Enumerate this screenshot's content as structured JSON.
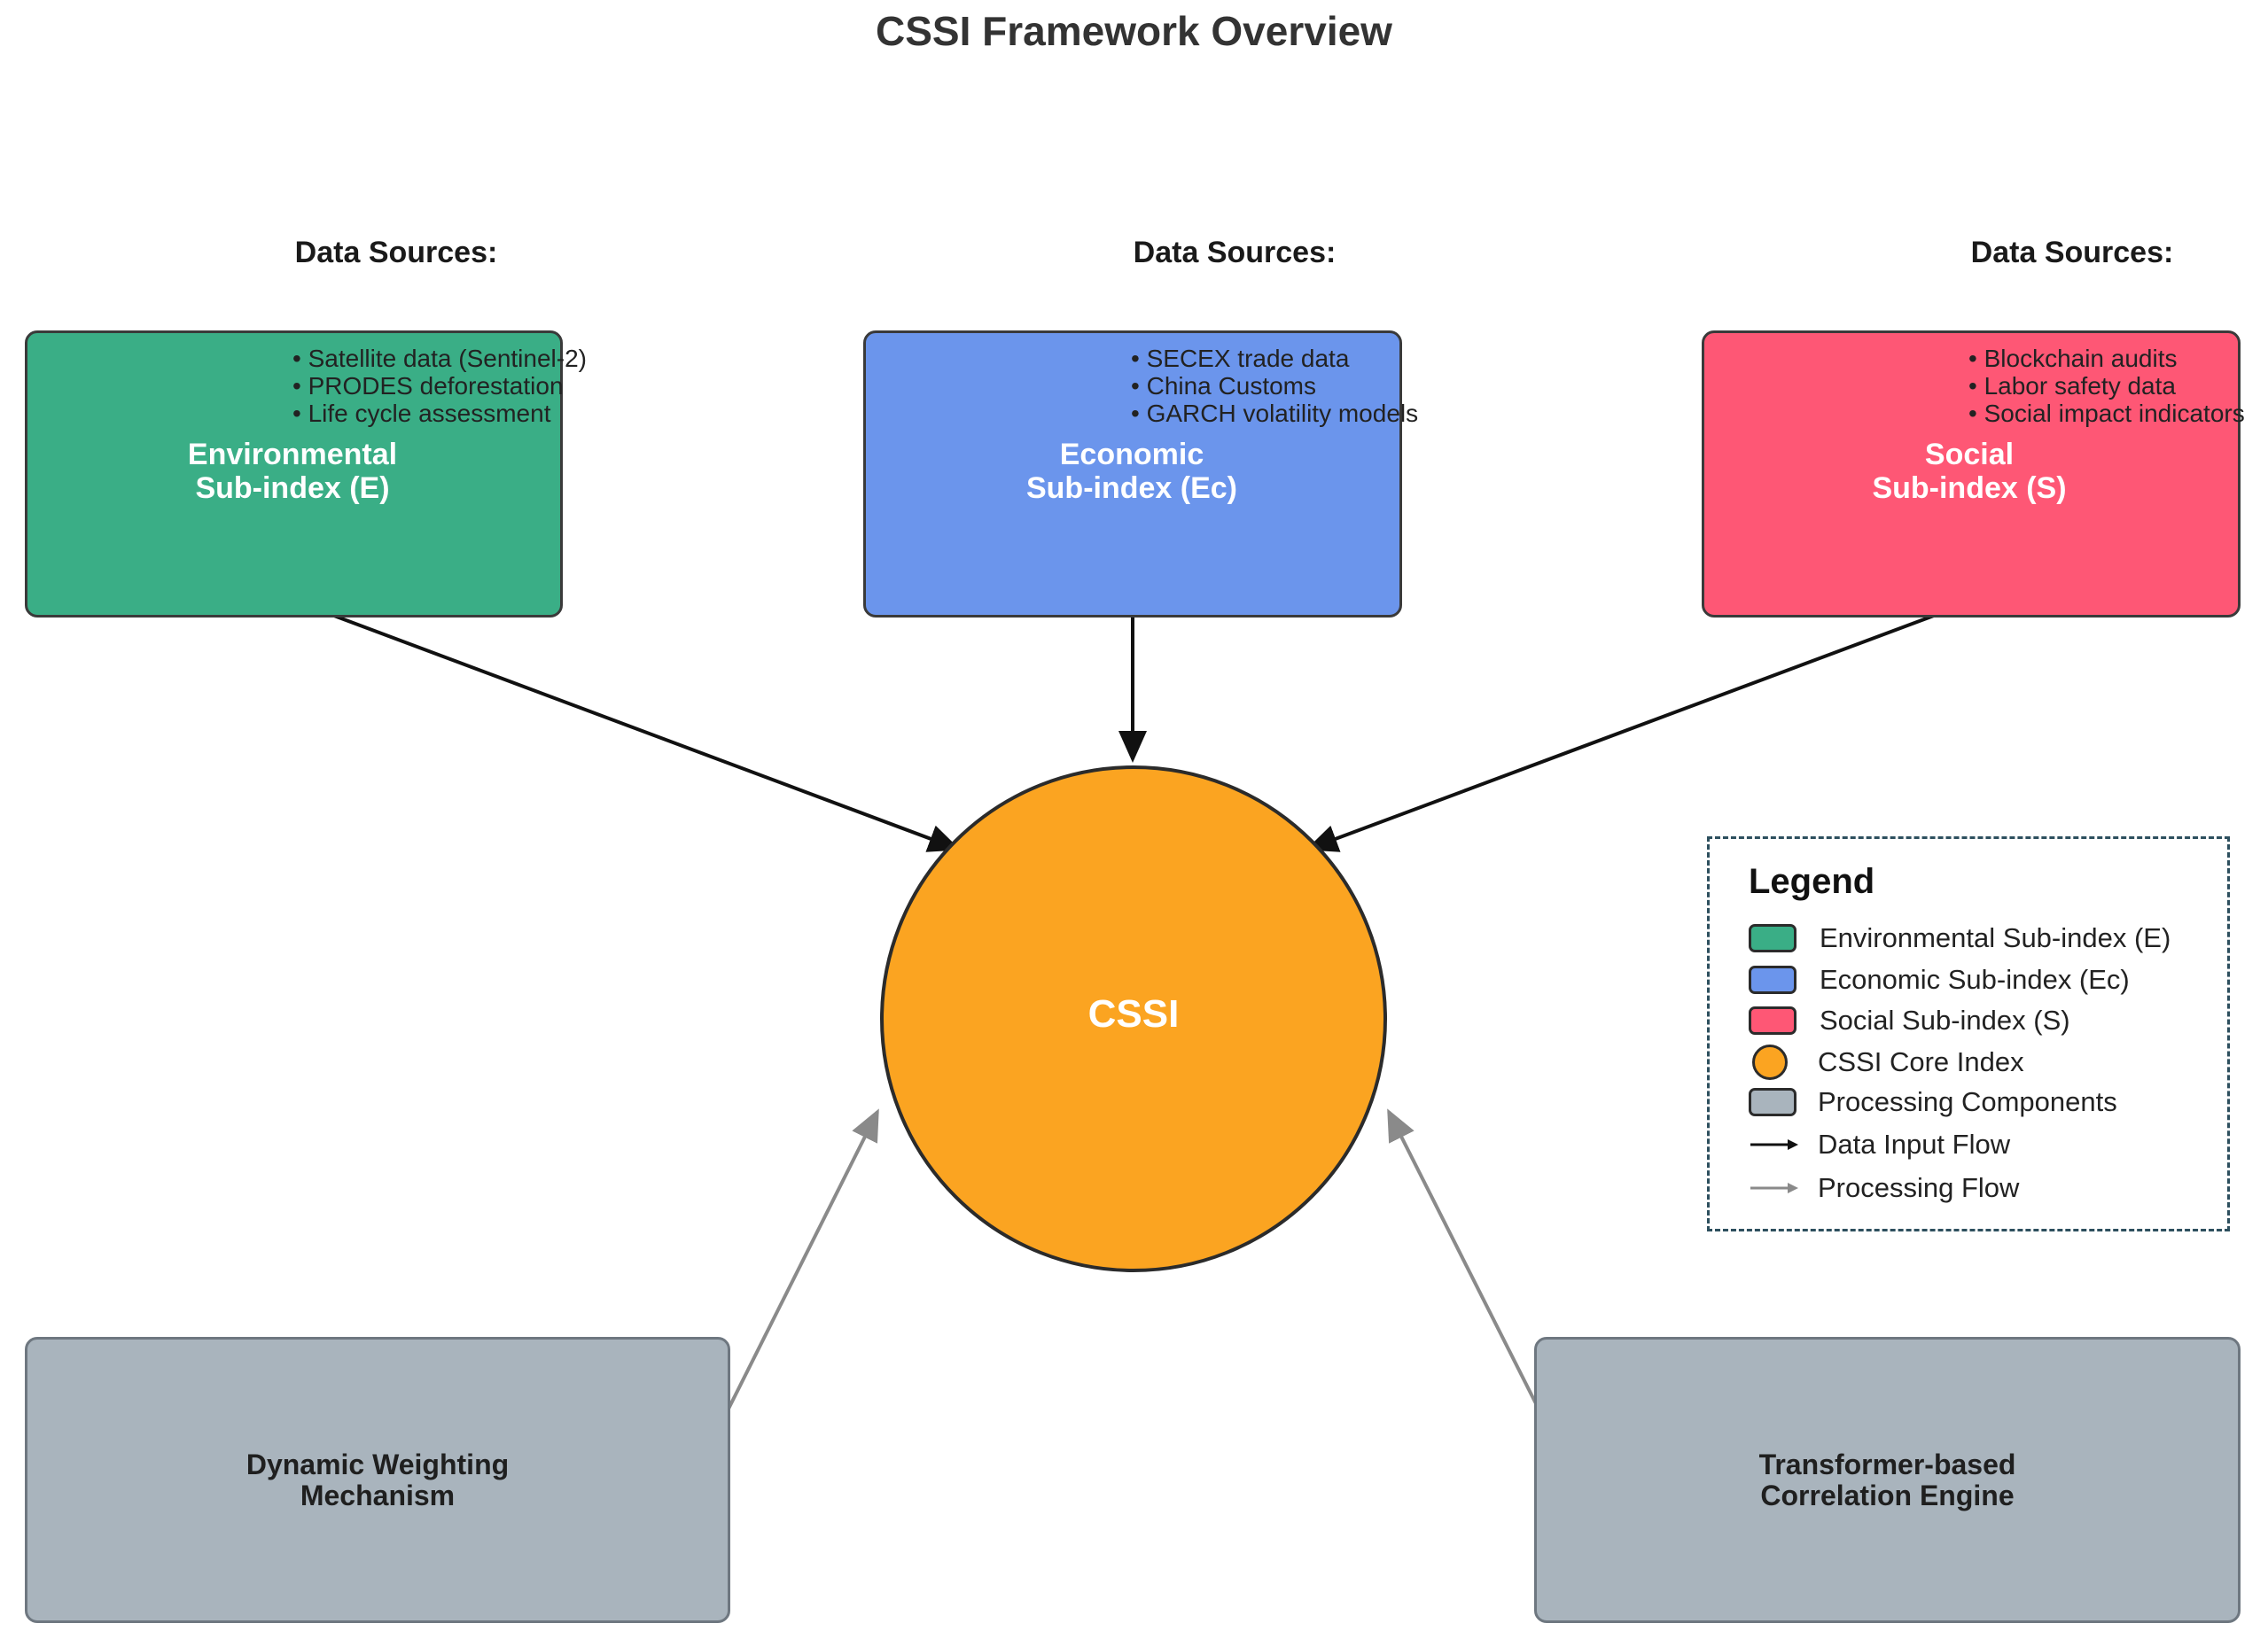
{
  "title": "CSSI Framework Overview",
  "colors": {
    "environmental": "#3aae86",
    "economic": "#6b95ec",
    "social": "#fe5775",
    "core": "#fba421",
    "processing": "#a9b4bd",
    "data_flow": "#111111",
    "processing_flow": "#8a8a8a",
    "legend_border": "#2d4f5e"
  },
  "sub_indices": [
    {
      "data_sources_heading": "Data Sources:",
      "title_line1": "Environmental",
      "title_line2": "Sub-index (E)",
      "bullets": [
        "Satellite data (Sentinel-2)",
        "PRODES deforestation",
        "Life cycle assessment"
      ]
    },
    {
      "data_sources_heading": "Data Sources:",
      "title_line1": "Economic",
      "title_line2": "Sub-index (Ec)",
      "bullets": [
        "SECEX trade data",
        "China Customs",
        "GARCH volatility models"
      ]
    },
    {
      "data_sources_heading": "Data Sources:",
      "title_line1": "Social",
      "title_line2": "Sub-index (S)",
      "bullets": [
        "Blockchain audits",
        "Labor safety data",
        "Social impact indicators"
      ]
    }
  ],
  "core": {
    "label": "CSSI"
  },
  "processing": [
    {
      "line1": "Dynamic Weighting",
      "line2": "Mechanism"
    },
    {
      "line1": "Transformer-based",
      "line2": "Correlation Engine"
    }
  ],
  "legend": {
    "title": "Legend",
    "items": [
      {
        "label": "Environmental Sub-index (E)",
        "kind": "swatch",
        "color": "#3aae86"
      },
      {
        "label": "Economic Sub-index (Ec)",
        "kind": "swatch",
        "color": "#6b95ec"
      },
      {
        "label": "Social Sub-index (S)",
        "kind": "swatch",
        "color": "#fe5775"
      },
      {
        "label": "CSSI Core Index",
        "kind": "circle",
        "color": "#fba421"
      },
      {
        "label": "Processing Components",
        "kind": "swatch",
        "color": "#a9b4bd"
      },
      {
        "label": "Data Input Flow",
        "kind": "arrow",
        "color": "#111111"
      },
      {
        "label": "Processing Flow",
        "kind": "arrow",
        "color": "#8a8a8a"
      }
    ]
  }
}
